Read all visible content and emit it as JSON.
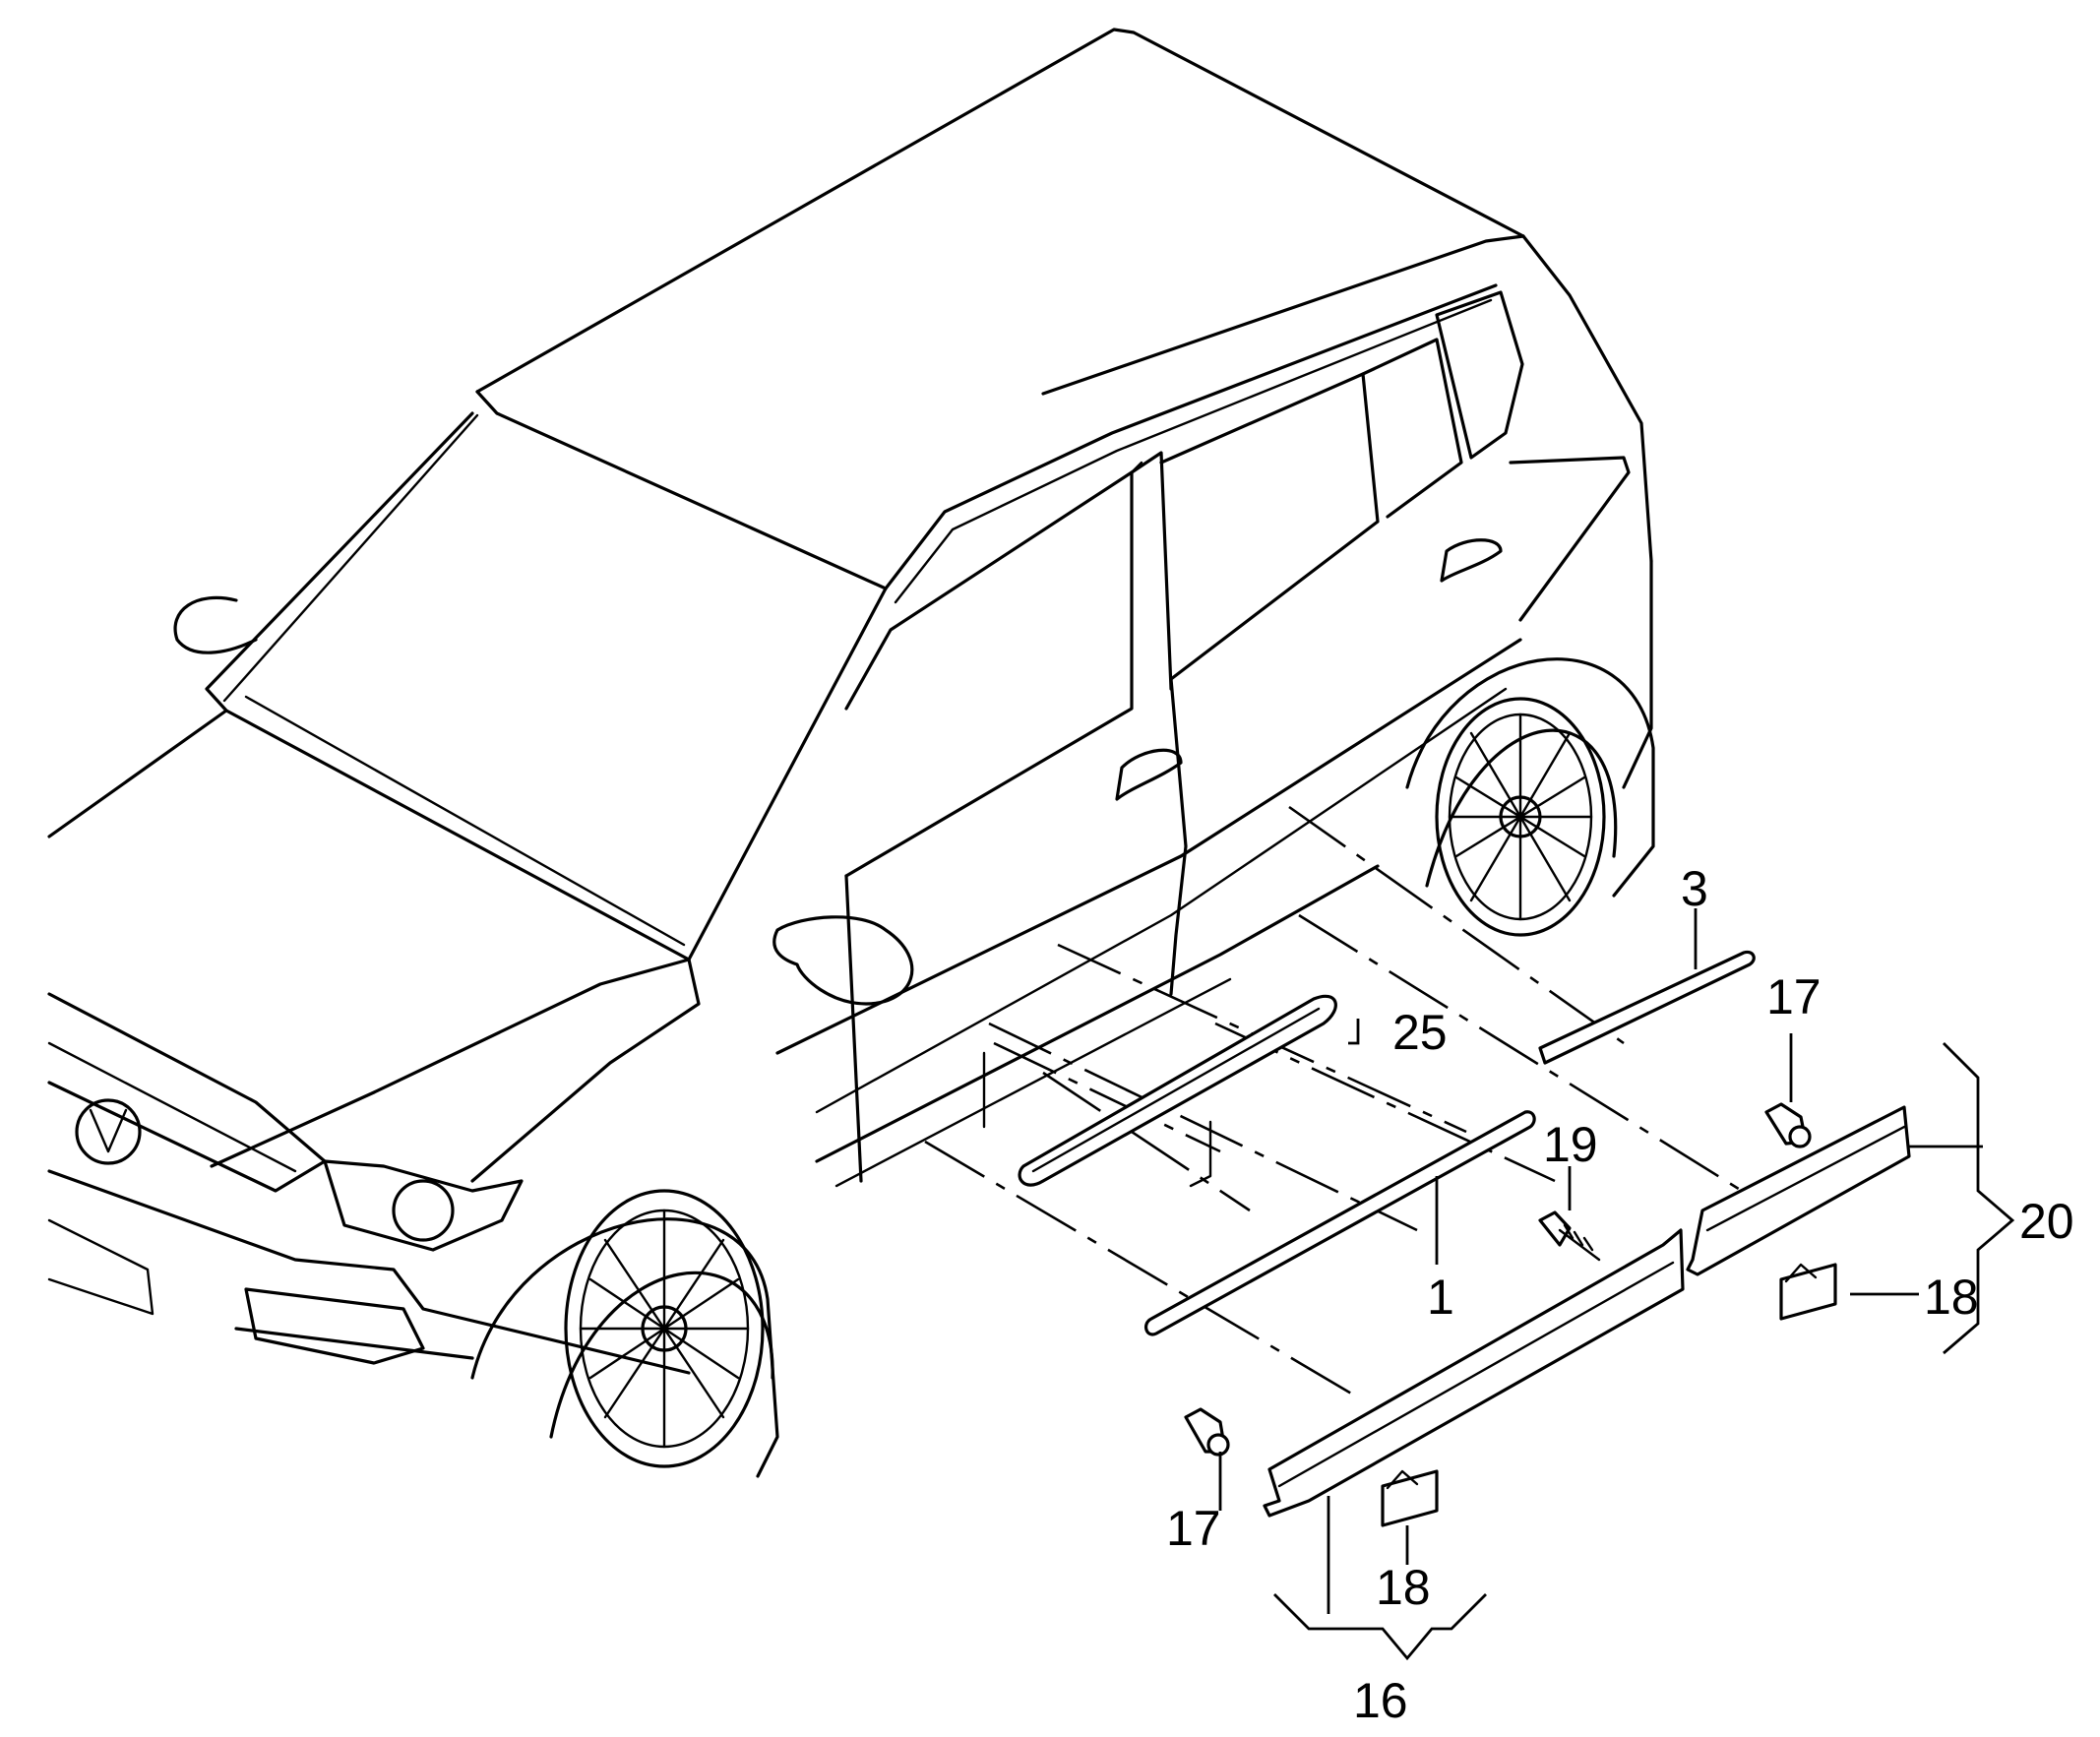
{
  "callouts": {
    "c1": "1",
    "c3": "3",
    "c16": "16",
    "c17a": "17",
    "c17b": "17",
    "c18a": "18",
    "c18b": "18",
    "c19": "19",
    "c20": "20",
    "c25": "25"
  }
}
